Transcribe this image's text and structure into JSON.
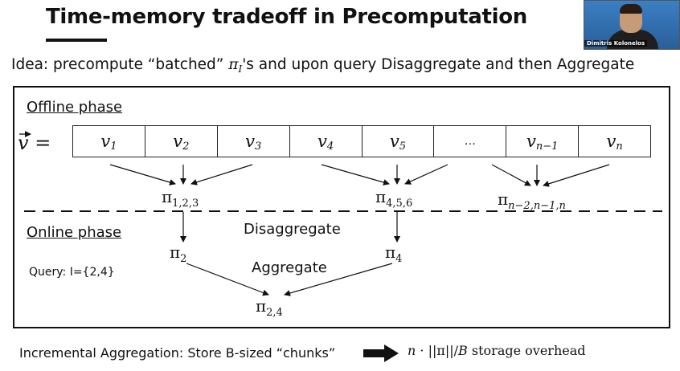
{
  "slide": {
    "title": "Time-memory tradeoff in Precomputation",
    "idea_prefix": "Idea: precompute “batched” ",
    "idea_pi": "π",
    "idea_pi_sub": "I",
    "idea_suffix": "'s  and upon query Disaggregate and then Aggregate"
  },
  "video": {
    "presenter_name": "Dimitris Kolonelos"
  },
  "offline": {
    "label": "Offline phase",
    "vector_symbol": "v⃗ =",
    "cells": [
      "v",
      "v",
      "v",
      "v",
      "v",
      "…",
      "v",
      "v"
    ],
    "cell_subs": [
      "1",
      "2",
      "3",
      "4",
      "5",
      "",
      "n−1",
      "n"
    ],
    "aggregates": [
      {
        "symbol": "π",
        "sub": "1,2,3"
      },
      {
        "symbol": "π",
        "sub": "4,5,6"
      },
      {
        "symbol": "π",
        "sub": "n−2,n−1,n"
      }
    ]
  },
  "online": {
    "label": "Online phase",
    "disaggregate_label": "Disaggregate",
    "aggregate_label": "Aggregate",
    "query_label": "Query: I={2,4}",
    "disaggregated": [
      {
        "symbol": "π",
        "sub": "2"
      },
      {
        "symbol": "π",
        "sub": "4"
      }
    ],
    "result": {
      "symbol": "π",
      "sub": "2,4"
    }
  },
  "footer": {
    "text": "Incremental Aggregation: Store B-sized “chunks”",
    "formula_n": "n",
    "formula_mid": " · ||π||/",
    "formula_b": "B",
    "formula_suffix": " storage overhead"
  }
}
